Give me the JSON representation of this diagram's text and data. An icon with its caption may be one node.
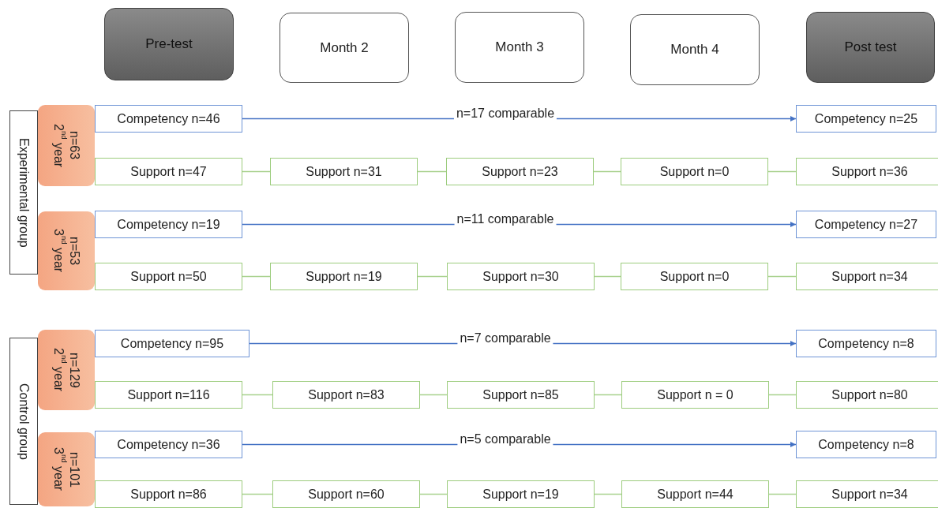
{
  "diagram": {
    "nodes": [
      {
        "text": [
          "Pre-test"
        ]
      },
      {
        "text": [
          "Month 2"
        ]
      },
      {
        "text": [
          "Month 3"
        ]
      },
      {
        "text": [
          "Month 4"
        ]
      },
      {
        "text": [
          "Post test"
        ]
      },
      {
        "text": [
          "Experimental group"
        ]
      },
      {
        "text": [
          "n=63",
          "2$^{nd}$ year"
        ]
      },
      {
        "text": [
          "Competency n=46"
        ]
      },
      {
        "text": [
          "Competency n=25"
        ]
      },
      {
        "text": [
          "Support n=47"
        ]
      },
      {
        "text": [
          "Support n=31"
        ]
      },
      {
        "text": [
          "Support n=23"
        ]
      },
      {
        "text": [
          "Support n=0"
        ]
      },
      {
        "text": [
          "Support n=36"
        ]
      },
      {
        "text": [
          "n=53",
          "3$^{nd}$ year"
        ]
      },
      {
        "text": [
          "Competency n=19"
        ]
      },
      {
        "text": [
          "Competency n=27"
        ]
      },
      {
        "text": [
          "Support n=50"
        ]
      },
      {
        "text": [
          "Support n=19"
        ]
      },
      {
        "text": [
          "Support n=30"
        ]
      },
      {
        "text": [
          "Support n=0"
        ]
      },
      {
        "text": [
          "Support n=34"
        ]
      },
      {
        "text": [
          "Control group"
        ]
      },
      {
        "text": [
          "n=129",
          "2$^{nd}$ year"
        ]
      },
      {
        "text": [
          "Competency n=95"
        ]
      },
      {
        "text": [
          "Competency n=8"
        ]
      },
      {
        "text": [
          "Support n=116"
        ]
      },
      {
        "text": [
          "Support n=83"
        ]
      },
      {
        "text": [
          "Support n=85"
        ]
      },
      {
        "text": [
          "Support n = 0"
        ]
      },
      {
        "text": [
          "Support n=80"
        ]
      },
      {
        "text": [
          "n=101",
          "3$^{nd}$ year"
        ]
      },
      {
        "text": [
          "Competency n=36"
        ]
      },
      {
        "text": [
          "Competency n=8"
        ]
      },
      {
        "text": [
          "Support n=86"
        ]
      },
      {
        "text": [
          "Support n=60"
        ]
      },
      {
        "text": [
          "Support n=19"
        ]
      },
      {
        "text": [
          "Support n=44"
        ]
      },
      {
        "text": [
          "Support n=34"
        ]
      }
    ],
    "edges": [
      {
        "from": 7,
        "to": 8,
        "arrow": "to",
        "label": "n=17 comparable",
        "color": "#4472c4"
      },
      {
        "from": 9,
        "to": 10,
        "arrow": "none"
      },
      {
        "from": 10,
        "to": 11,
        "arrow": "none"
      },
      {
        "from": 11,
        "to": 12,
        "arrow": "none"
      },
      {
        "from": 12,
        "to": 13,
        "arrow": "none"
      },
      {
        "from": 15,
        "to": 16,
        "arrow": "to",
        "label": "n=11 comparable",
        "color": "#4472c4"
      },
      {
        "from": 17,
        "to": 18,
        "arrow": "none"
      },
      {
        "from": 18,
        "to": 19,
        "arrow": "none"
      },
      {
        "from": 19,
        "to": 20,
        "arrow": "none"
      },
      {
        "from": 20,
        "to": 21,
        "arrow": "none"
      },
      {
        "from": 24,
        "to": 25,
        "arrow": "to",
        "label": "n=7 comparable",
        "color": "#4472c4"
      },
      {
        "from": 26,
        "to": 27,
        "arrow": "none"
      },
      {
        "from": 27,
        "to": 28,
        "arrow": "none"
      },
      {
        "from": 28,
        "to": 29,
        "arrow": "none"
      },
      {
        "from": 29,
        "to": 30,
        "arrow": "none"
      },
      {
        "from": 32,
        "to": 33,
        "arrow": "to",
        "label": "n=5 comparable",
        "color": "#4472c4"
      },
      {
        "from": 34,
        "to": 35,
        "arrow": "none"
      },
      {
        "from": 35,
        "to": 36,
        "arrow": "none"
      },
      {
        "from": 36,
        "to": 37,
        "arrow": "none"
      },
      {
        "from": 37,
        "to": 38,
        "arrow": "none"
      }
    ]
  }
}
